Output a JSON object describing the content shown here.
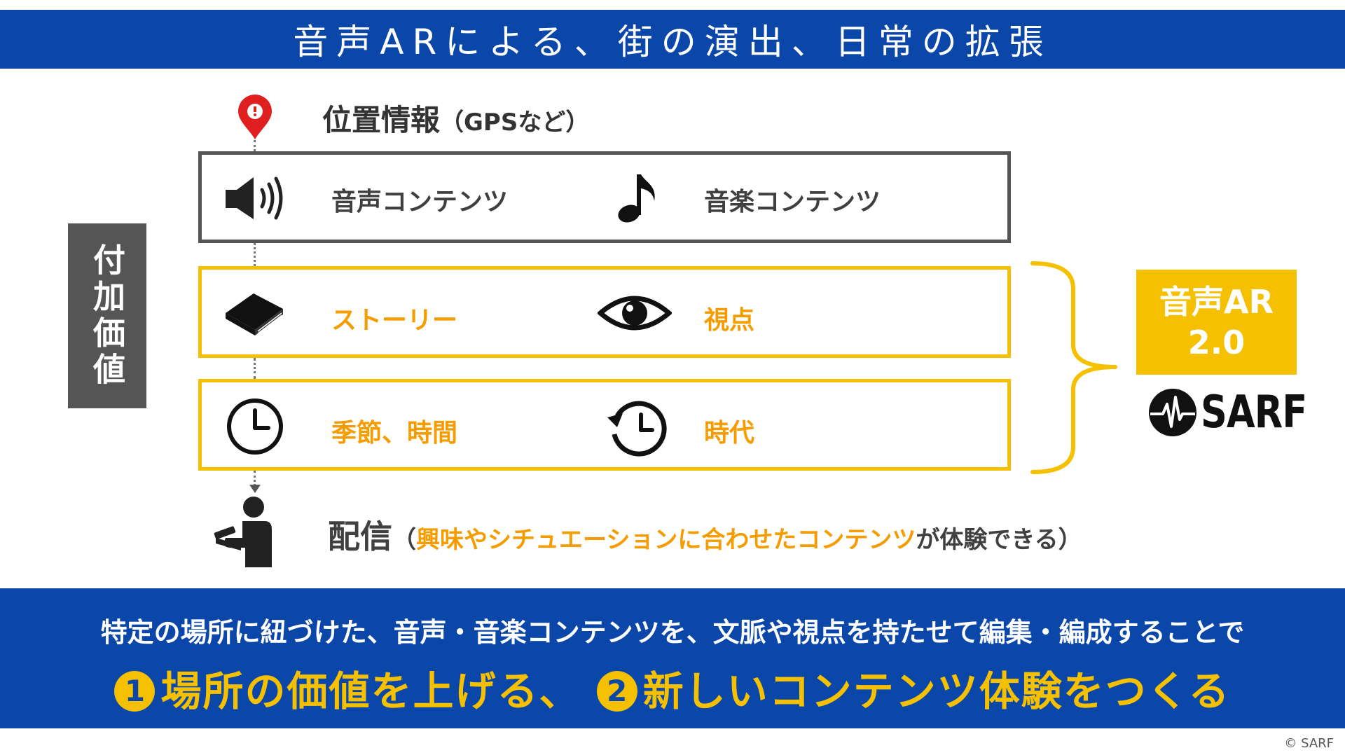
{
  "header": {
    "title": "音声ARによる、街の演出、日常の拡張"
  },
  "side_label": "付加価値",
  "location": {
    "title": "位置情報",
    "note": "（GPSなど）"
  },
  "rows": [
    {
      "left_label": "音声コンテンツ",
      "right_label": "音楽コンテンツ",
      "left_icon": "speaker-icon",
      "right_icon": "music-note-icon"
    },
    {
      "left_label": "ストーリー",
      "right_label": "視点",
      "left_icon": "book-icon",
      "right_icon": "eye-icon"
    },
    {
      "left_label": "季節、時間",
      "right_label": "時代",
      "left_icon": "clock-icon",
      "right_icon": "history-icon"
    }
  ],
  "badge": {
    "line1": "音声AR",
    "line2": "2.0"
  },
  "logo": {
    "text": "SARF"
  },
  "delivery": {
    "title": "配信",
    "open_paren": "（",
    "part1": "興味やシチュエーションに合わせたコンテンツ",
    "part2": "が体験できる",
    "close_paren": "）"
  },
  "bottom": {
    "line1": "特定の場所に紐づけた、音声・音楽コンテンツを、文脈や視点を持たせて編集・編成することで",
    "num1": "1",
    "goal1": "場所の価値を上げる、",
    "num2": "2",
    "goal2": "新しいコンテンツ体験をつくる"
  },
  "copyright": "© SARF",
  "colors": {
    "blue": "#0a47a9",
    "yellow": "#f5c000",
    "orange": "#f59c00",
    "grey": "#555555",
    "red": "#e02020"
  }
}
